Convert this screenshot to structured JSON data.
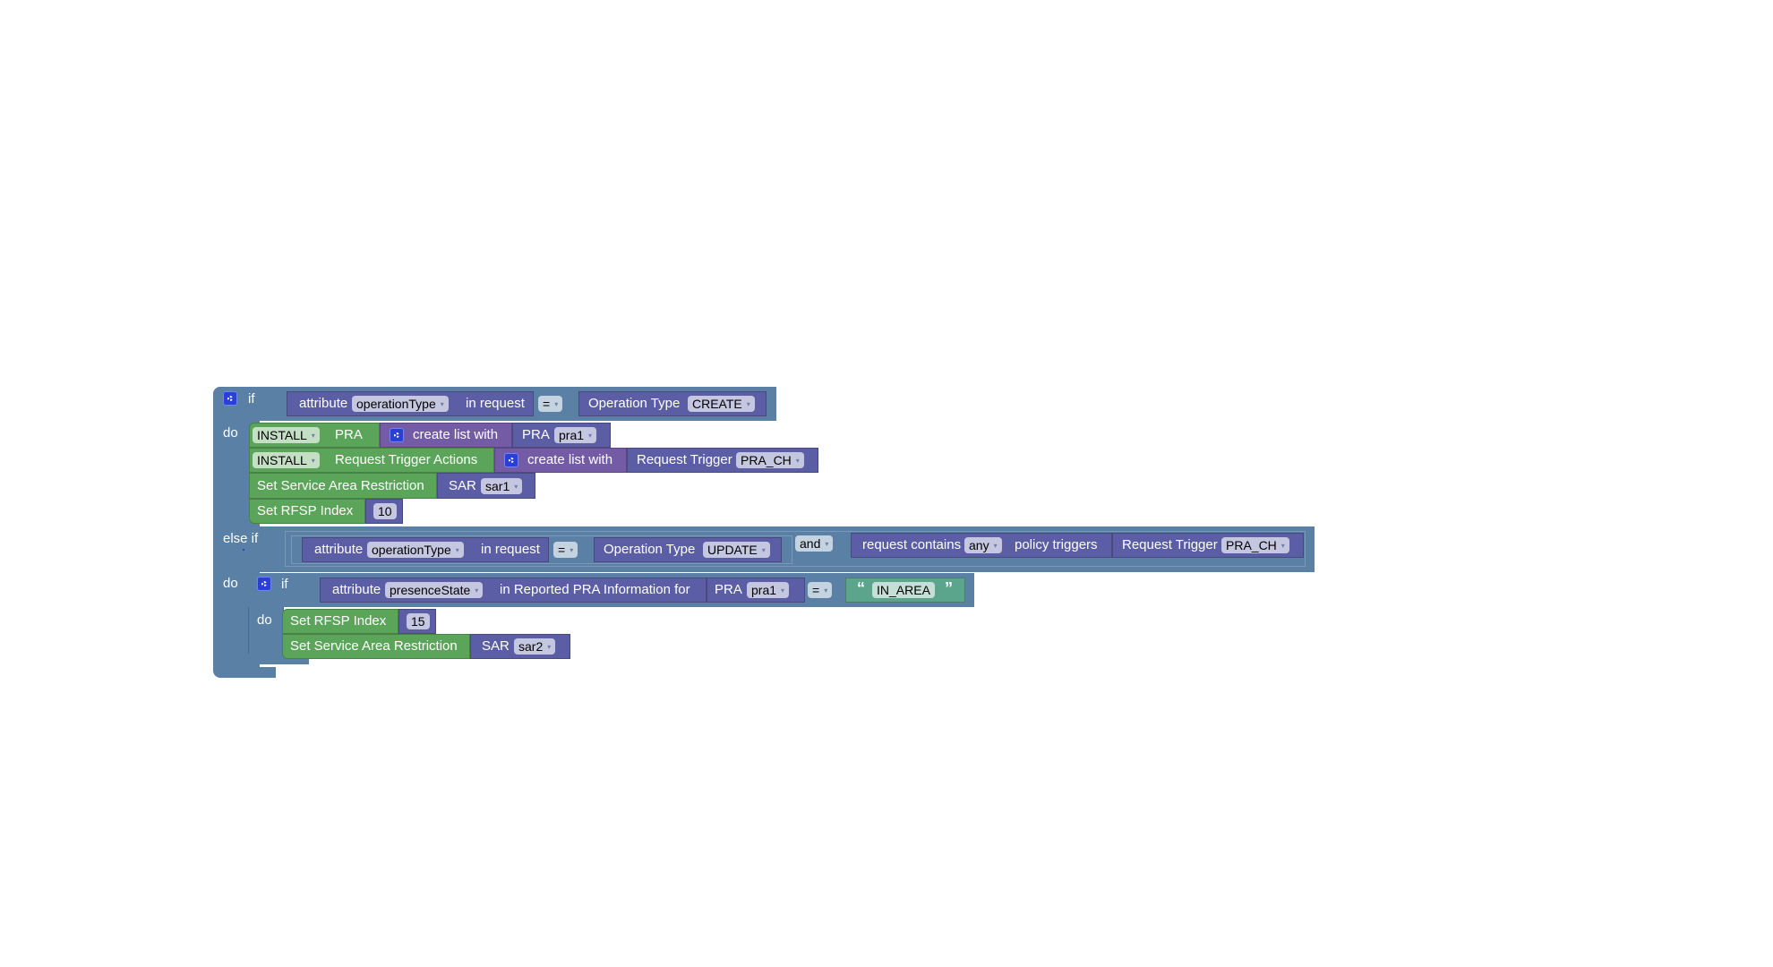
{
  "workspace": {
    "outer_if": {
      "if_label": "if",
      "do_label": "do",
      "elseif_label": "else if",
      "do2_label": "do",
      "condition1": {
        "attribute_label": "attribute",
        "attribute_value": "operationType",
        "in_request_label": "in request",
        "operator": "=",
        "type_label": "Operation Type",
        "type_value": "CREATE"
      },
      "do1_statements": [
        {
          "action": "INSTALL",
          "label": "PRA",
          "list_label": "create list with",
          "item_label": "PRA",
          "item_value": "pra1"
        },
        {
          "action": "INSTALL",
          "label": "Request Trigger Actions",
          "list_label": "create list with",
          "item_label": "Request Trigger",
          "item_value": "PRA_CH"
        },
        {
          "label": "Set Service Area Restriction",
          "item_label": "SAR",
          "item_value": "sar1"
        },
        {
          "label": "Set RFSP Index",
          "number": "10"
        }
      ],
      "condition2": {
        "attribute_label": "attribute",
        "attribute_value": "operationType",
        "in_request_label": "in request",
        "operator": "=",
        "type_label": "Operation Type",
        "type_value": "UPDATE",
        "logic": "and",
        "contains_label": "request contains",
        "contains_value": "any",
        "triggers_label": "policy triggers",
        "trigger_label": "Request Trigger",
        "trigger_value": "PRA_CH"
      },
      "inner_if": {
        "if_label": "if",
        "do_label": "do",
        "attribute_label": "attribute",
        "attribute_value": "presenceState",
        "reported_label": "in Reported PRA Information for",
        "pra_label": "PRA",
        "pra_value": "pra1",
        "operator": "=",
        "open_quote": "“",
        "string_value": "IN_AREA",
        "close_quote": "”",
        "statements": [
          {
            "label": "Set RFSP Index",
            "number": "15"
          },
          {
            "label": "Set Service Area Restriction",
            "item_label": "SAR",
            "item_value": "sar2"
          }
        ]
      }
    }
  },
  "colors": {
    "control": "#5b80a5",
    "logic_value": "#5b5ea5",
    "list": "#745ba5",
    "action": "#5ba55b",
    "text": "#5ba58c",
    "mutator": "#2a3fd6"
  },
  "dropdown_arrow": "▾"
}
